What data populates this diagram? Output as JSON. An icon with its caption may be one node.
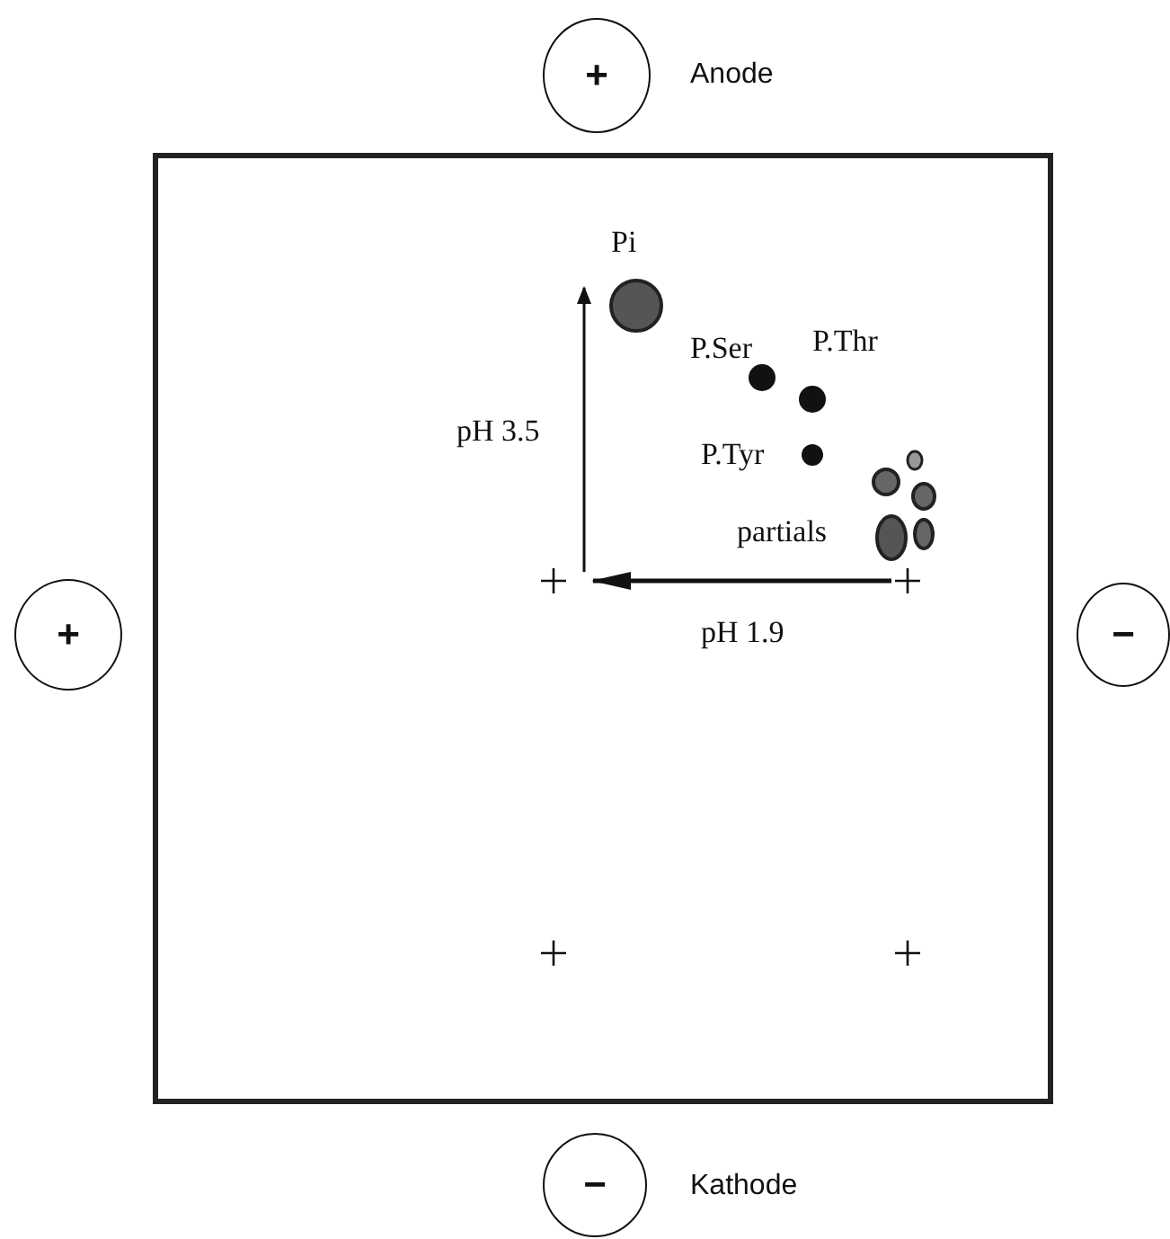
{
  "diagram": {
    "nodes": [
      {
        "text": [
          "+"
        ],
        "beside": [
          "Anode"
        ]
      },
      {
        "text": [
          "+"
        ]
      },
      {
        "text": [],
        "shape": "box"
      },
      {
        "text": [
          "−"
        ]
      },
      {
        "text": [
          "−"
        ],
        "beside": [
          "Kathode"
        ]
      }
    ],
    "edges": [],
    "labels": [
      "Pi",
      "P.Ser",
      "P.Thr",
      "pH 3.5",
      "P.Tyr",
      "partials",
      "pH 1.9"
    ]
  }
}
